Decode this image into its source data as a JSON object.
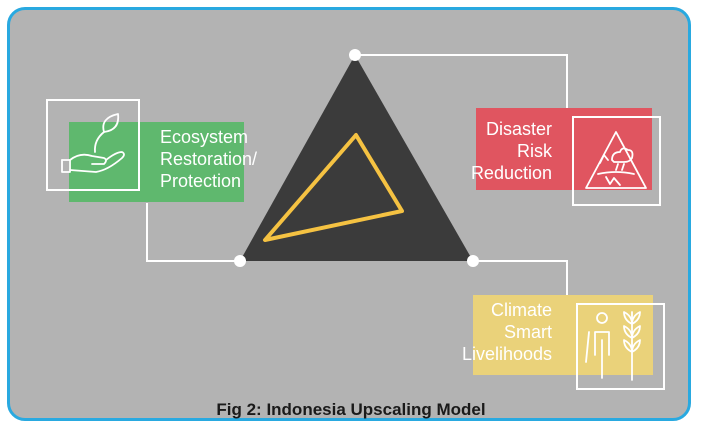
{
  "diagram": {
    "nodes": [
      {
        "id": "ecosystem",
        "label": "Ecosystem\nRestoration/\nProtection",
        "color": "#5fb86e",
        "icon": "hand-plant-icon"
      },
      {
        "id": "disaster",
        "label": "Disaster\nRisk\nReduction",
        "color": "#e05560",
        "icon": "hazard-warning-icon"
      },
      {
        "id": "climate",
        "label": "Climate\nSmart\nLivelihoods",
        "color": "#ead27a",
        "icon": "farmer-crop-icon"
      }
    ],
    "center_shape": {
      "fill": "#3b3b3b",
      "accent": "#f5c242"
    }
  },
  "caption": "Fig 2: Indonesia Upscaling Model"
}
